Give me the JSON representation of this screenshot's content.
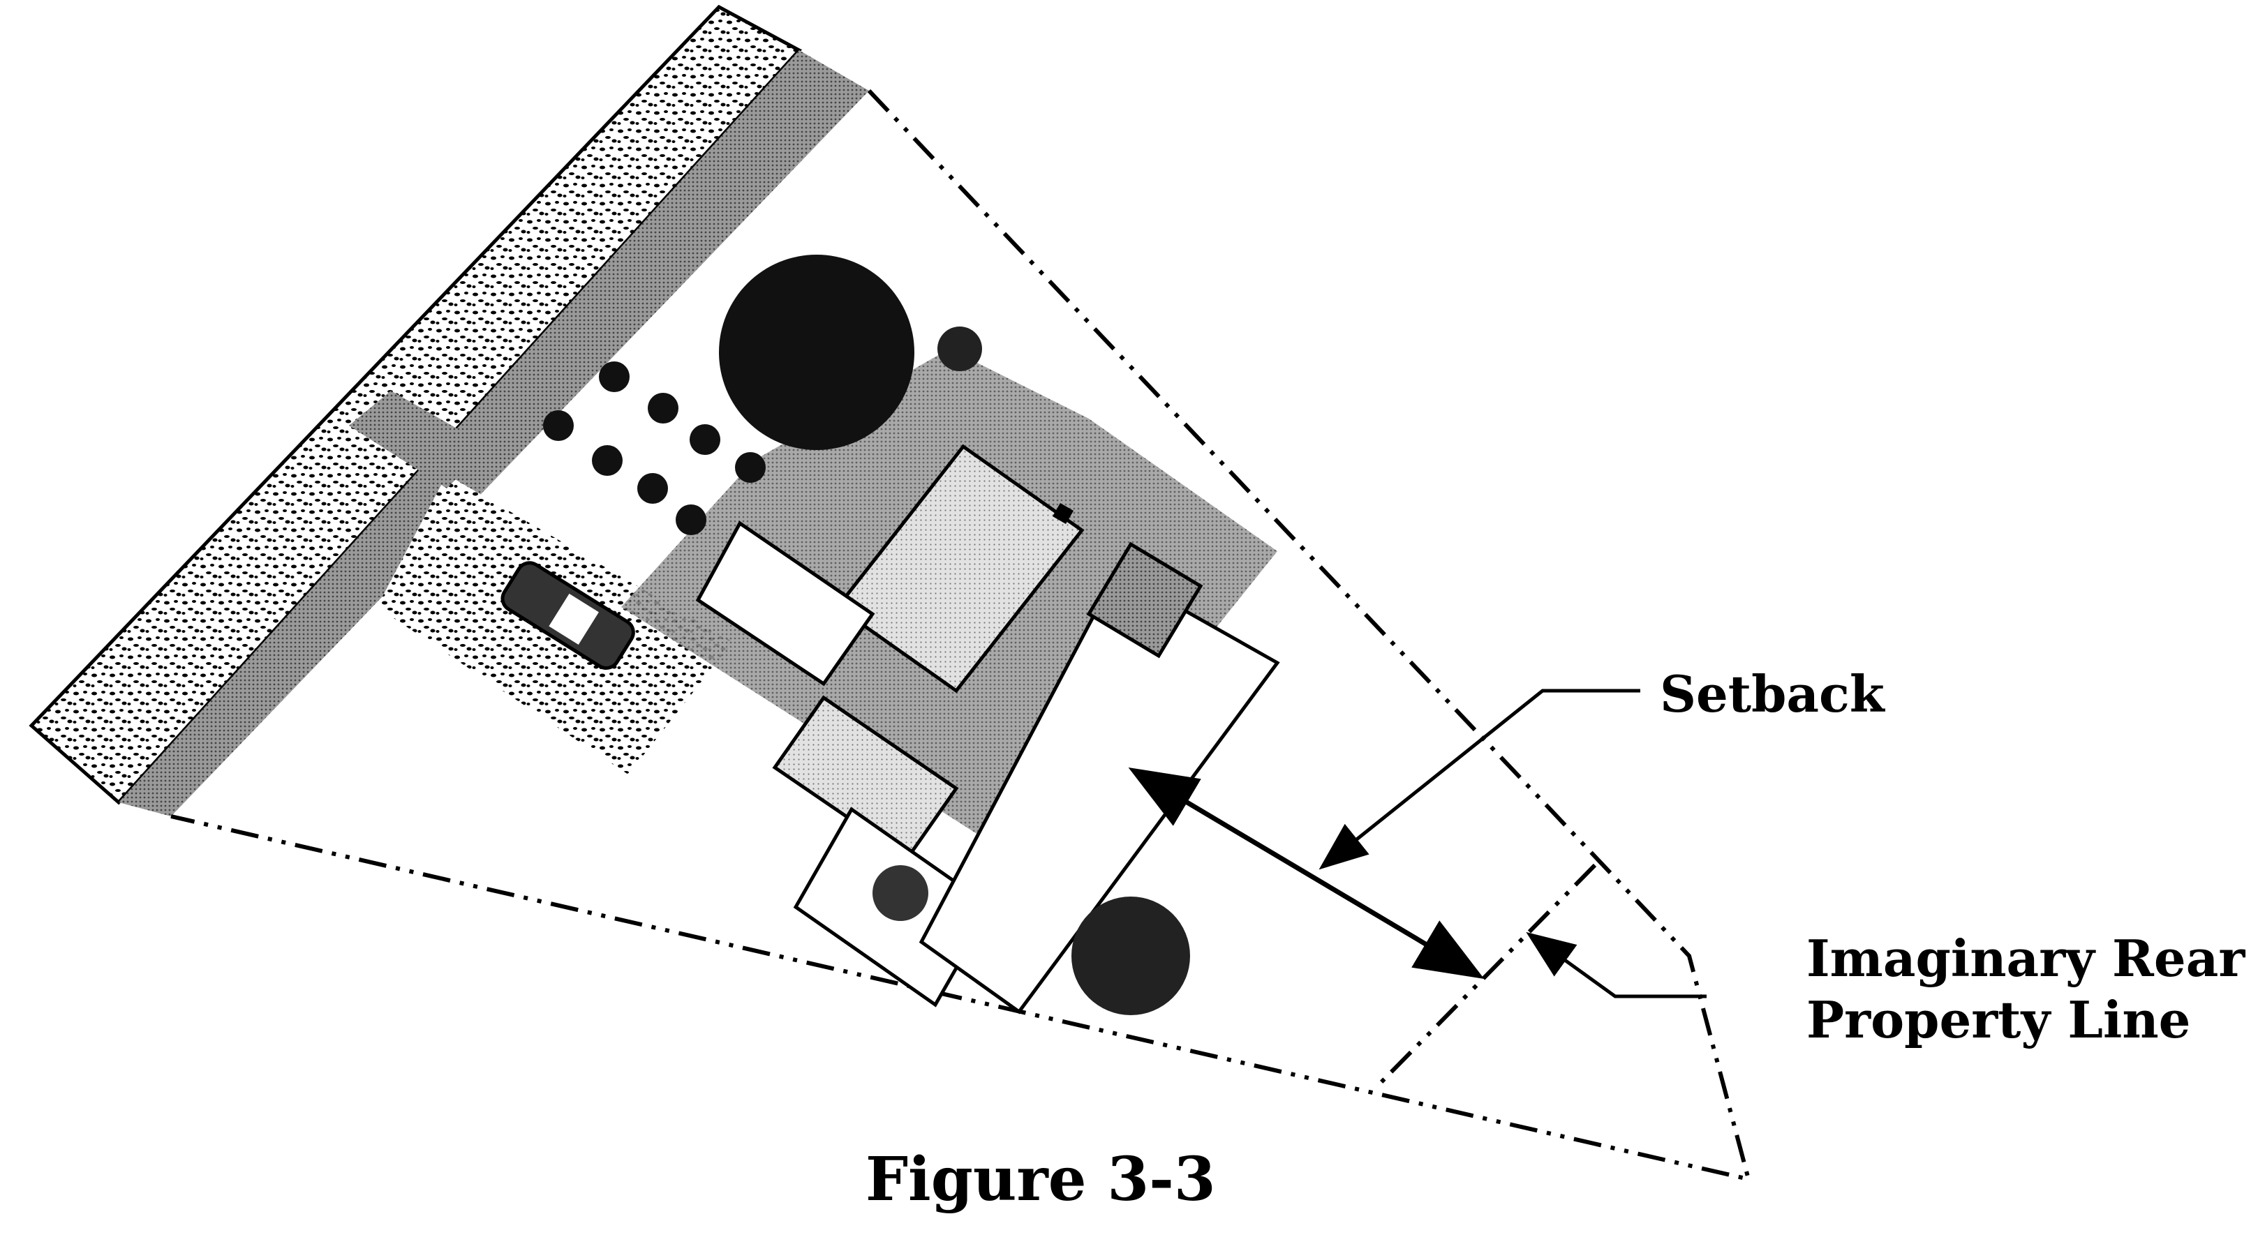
{
  "figure": {
    "caption": "Figure 3-3",
    "subject": "Site plan showing setback from imaginary rear property line on an irregular lot"
  },
  "labels": {
    "setback": "Setback",
    "rear_line_1": "Imaginary Rear",
    "rear_line_2": "Property Line"
  },
  "elements": {
    "house": "house-footprint",
    "car": "car-in-driveway",
    "trees": [
      "large-tree",
      "small-shrub",
      "rear-shrub",
      "front-shrub"
    ],
    "lines": [
      "property-line",
      "imaginary-rear-property-line",
      "setback-dimension"
    ]
  },
  "colors": {
    "ink": "#000000",
    "paper": "#ffffff",
    "sidewalk": "#d9d9d9",
    "grass_strip": "#a8a8a8",
    "roof_light": "#d4d4d4",
    "roof_dark": "#8a8a8a"
  }
}
